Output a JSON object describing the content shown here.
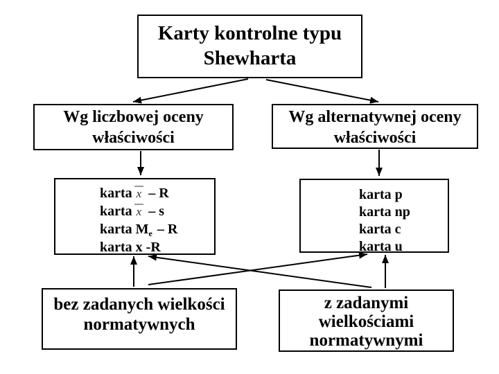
{
  "slide": {
    "background": "#ffffff",
    "title_box": {
      "line1": "Karty kontrolne typu",
      "line2": "Shewharta"
    },
    "numeric_branch_box": {
      "line1": "Wg liczbowej oceny",
      "line2": "właściwości"
    },
    "alternative_branch_box": {
      "line1": "Wg alternatywnej oceny",
      "line2": "właściwości"
    },
    "numeric_charts_box": {
      "row1": {
        "label": "karta",
        "symbol": "x",
        "rest": "– R"
      },
      "row2": {
        "label": "karta",
        "symbol": "x",
        "rest": "– s"
      },
      "row3": {
        "label": "karta M",
        "subscript": "e",
        "rest": "– R"
      },
      "row4": {
        "text": "karta x -R"
      }
    },
    "alternative_charts_box": {
      "row1": "karta p",
      "row2": "karta np",
      "row3": "karta c",
      "row4": "karta u"
    },
    "without_norms_box": {
      "line1": "bez zadanych wielkości",
      "line2": "normatywnych"
    },
    "with_norms_box": {
      "line1": "z zadanymi",
      "line2": "wielkościami",
      "line3": "normatywnymi"
    },
    "colors": {
      "box_border": "#000000",
      "text": "#000000",
      "arrow": "#000000",
      "formula_symbol": "#333333",
      "formula_overline": "#999999"
    }
  }
}
